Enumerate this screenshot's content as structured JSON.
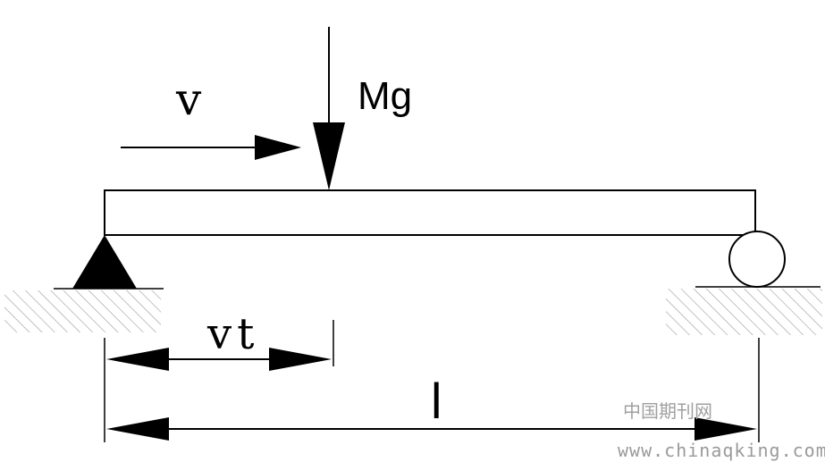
{
  "diagram": {
    "labels": {
      "velocity": "v",
      "load": "Mg",
      "position": "vt",
      "length": "l"
    },
    "watermark": {
      "chinese": "中国期刊网",
      "url": "www.chinaqking.com"
    }
  }
}
